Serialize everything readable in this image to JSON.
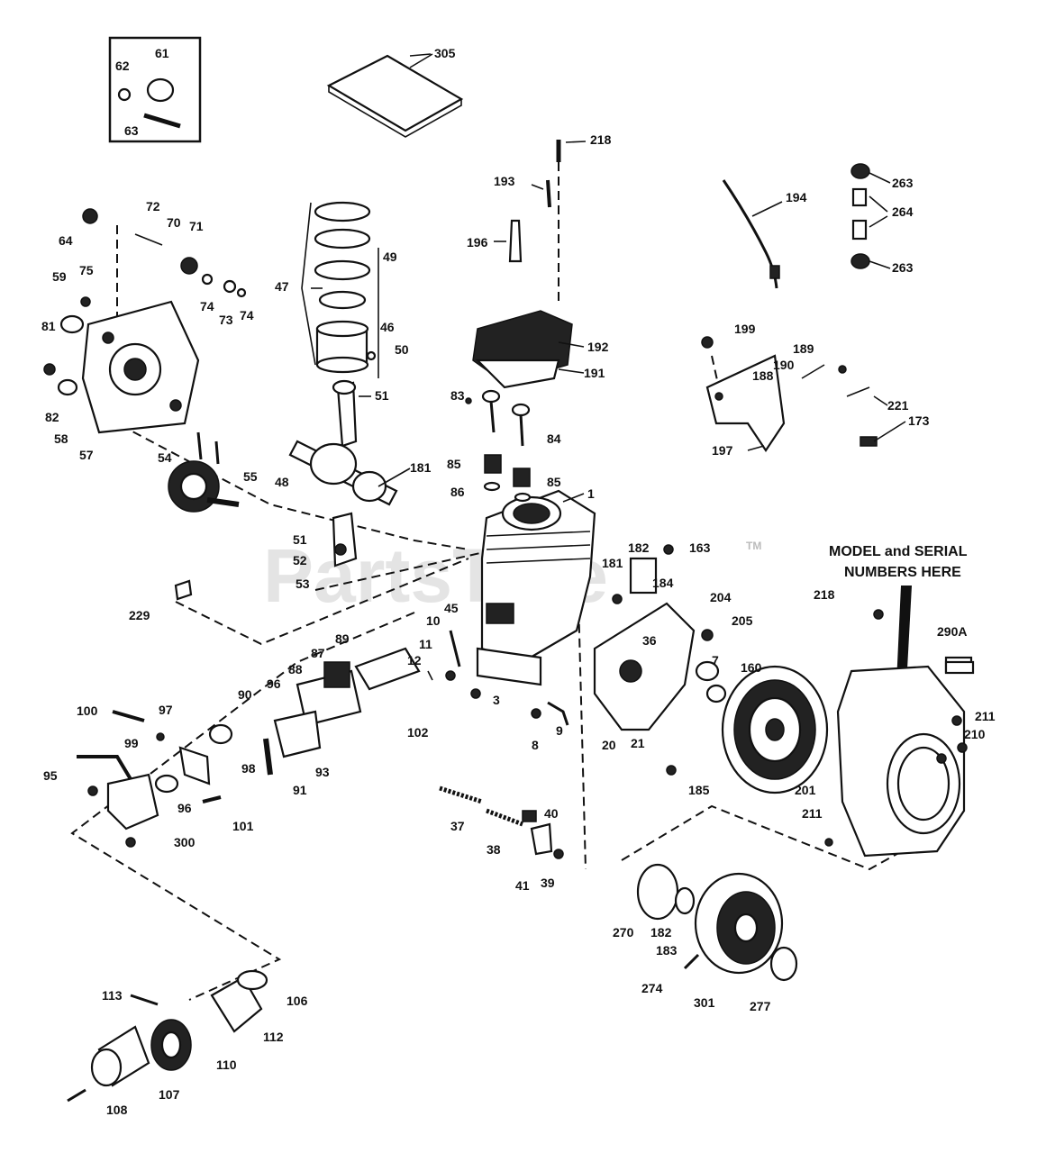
{
  "watermark": {
    "text": "PartsTree",
    "trademark": "TM"
  },
  "note": {
    "line1": "MODEL and SERIAL",
    "line2": "NUMBERS HERE"
  },
  "labels": {
    "l305": "305",
    "l61": "61",
    "l62": "62",
    "l63": "63",
    "l218a": "218",
    "l193": "193",
    "l196": "196",
    "l194": "194",
    "l263a": "263",
    "l264": "264",
    "l263b": "263",
    "l64": "64",
    "l72": "72",
    "l70": "70",
    "l71": "71",
    "l75": "75",
    "l59": "59",
    "l74a": "74",
    "l73": "73",
    "l74b": "74",
    "l81": "81",
    "l82": "82",
    "l58": "58",
    "l57": "57",
    "l47": "47",
    "l49": "49",
    "l46": "46",
    "l50": "50",
    "l51a": "51",
    "l192": "192",
    "l191": "191",
    "l199": "199",
    "l189": "189",
    "l190": "190",
    "l188": "188",
    "l221": "221",
    "l173": "173",
    "l197": "197",
    "l83": "83",
    "l84": "84",
    "l85a": "85",
    "l85b": "85",
    "l86": "86",
    "l1": "1",
    "l54": "54",
    "l55": "55",
    "l48": "48",
    "l181a": "181",
    "l51b": "51",
    "l52": "52",
    "l53": "53",
    "l229": "229",
    "l182a": "182",
    "l163": "163",
    "l181b": "181",
    "l184": "184",
    "l204": "204",
    "l205": "205",
    "l45": "45",
    "l10": "10",
    "l11": "11",
    "l12": "12",
    "l36": "36",
    "l7": "7",
    "l160": "160",
    "l89": "89",
    "l87": "87",
    "l88": "88",
    "l90": "90",
    "l96": "96",
    "l102": "102",
    "l3": "3",
    "l8": "8",
    "l9": "9",
    "l20": "20",
    "l21": "21",
    "l100": "100",
    "l97": "97",
    "l99": "99",
    "l98": "98",
    "l93": "93",
    "l91": "91",
    "l95": "95",
    "l96b": "96",
    "l101": "101",
    "l300": "300",
    "l37": "37",
    "l38": "38",
    "l40": "40",
    "l41": "41",
    "l39": "39",
    "l218b": "218",
    "l290a": "290A",
    "l211a": "211",
    "l210": "210",
    "l211b": "211",
    "l185": "185",
    "l201": "201",
    "l270": "270",
    "l182b": "182",
    "l183": "183",
    "l274": "274",
    "l301": "301",
    "l277": "277",
    "l113": "113",
    "l106": "106",
    "l112": "112",
    "l110": "110",
    "l107": "107",
    "l108": "108"
  }
}
